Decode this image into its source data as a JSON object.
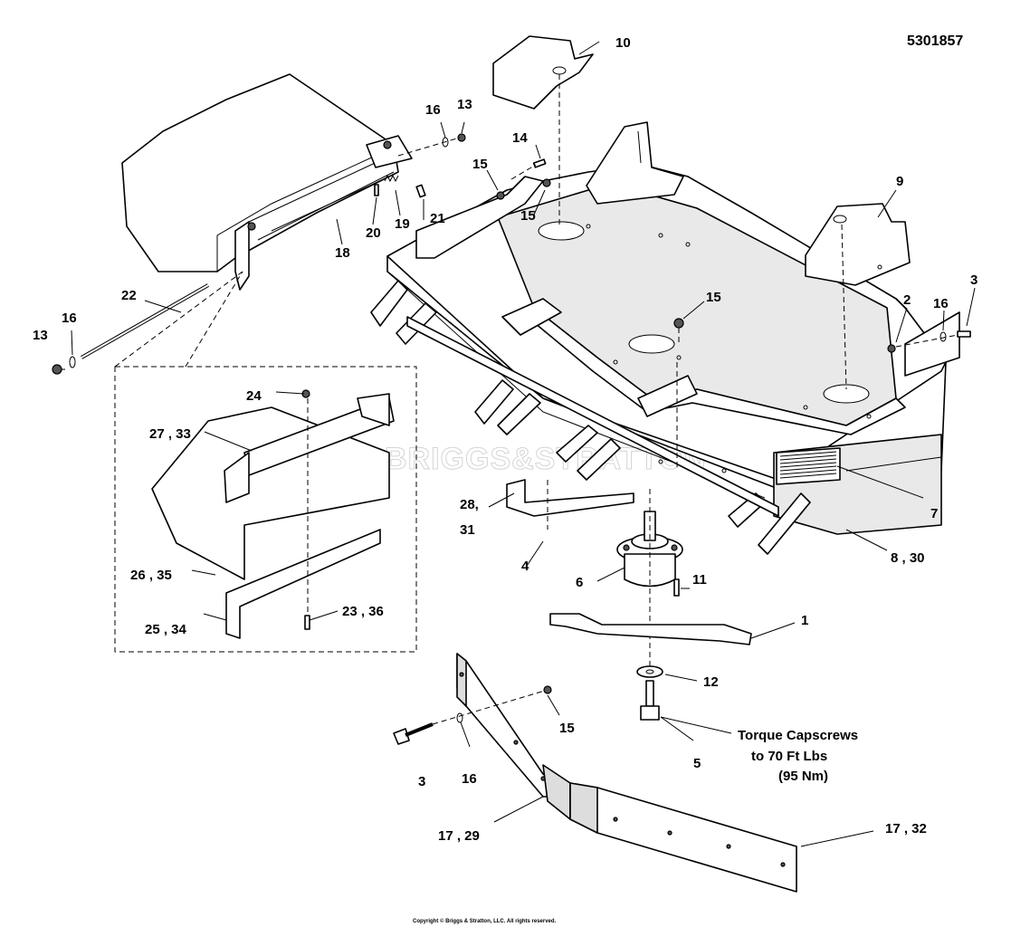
{
  "diagram": {
    "part_number": "5301857",
    "watermark": "BRIGGS&STRATTON",
    "copyright": "Copyright © Briggs & Stratton, LLC. All rights reserved.",
    "torque_note": [
      "Torque Capscrews",
      "to 70 Ft Lbs",
      "(95 Nm)"
    ],
    "callouts": {
      "c1": "1",
      "c2": "2",
      "c3a": "3",
      "c3b": "3",
      "c4": "4",
      "c5": "5",
      "c6": "6",
      "c7": "7",
      "c8": "8 , 30",
      "c9": "9",
      "c10": "10",
      "c11": "11",
      "c12": "12",
      "c13a": "13",
      "c13b": "13",
      "c14": "14",
      "c15a": "15",
      "c15b": "15",
      "c15c": "15",
      "c15d": "15",
      "c16a": "16",
      "c16b": "16",
      "c16c": "16",
      "c16d": "16",
      "c17a": "17 , 29",
      "c17b": "17 , 32",
      "c18": "18",
      "c19": "19",
      "c20": "20",
      "c21": "21",
      "c22": "22",
      "c23": "23 , 36",
      "c24": "24",
      "c25": "25 , 34",
      "c26": "26 , 35",
      "c27": "27 , 33",
      "c28": "28,",
      "c31": "31"
    }
  }
}
